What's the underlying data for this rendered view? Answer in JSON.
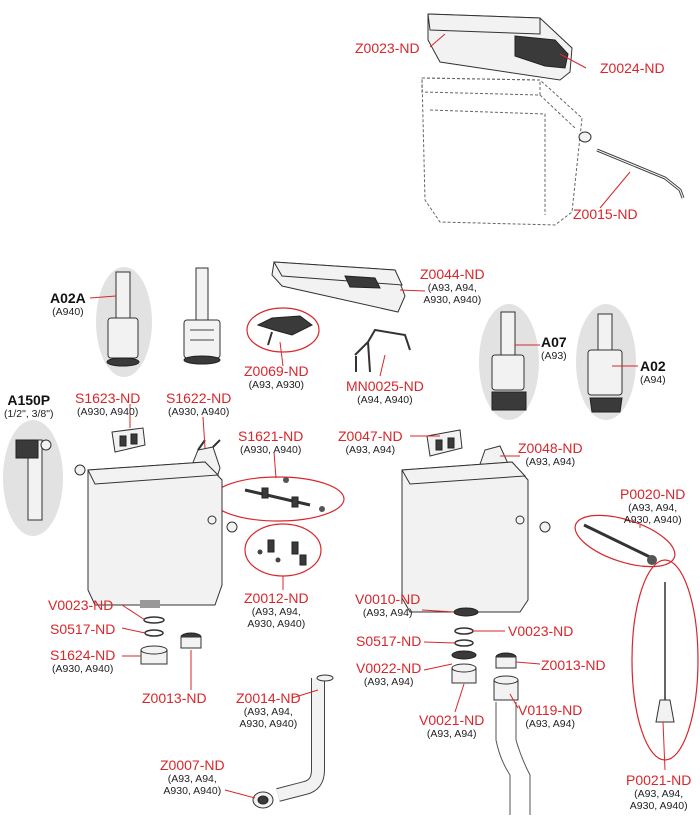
{
  "parts": {
    "z0023": {
      "code": "Z0023-ND"
    },
    "z0024": {
      "code": "Z0024-ND"
    },
    "z0015": {
      "code": "Z0015-ND"
    },
    "z0044": {
      "code": "Z0044-ND",
      "models": "(A93, A94,",
      "models2": "A930, A940)"
    },
    "a02a": {
      "code": "A02A",
      "models": "(A940)"
    },
    "z0069": {
      "code": "Z0069-ND",
      "models": "(A93, A930)"
    },
    "mn0025": {
      "code": "MN0025-ND",
      "models": "(A94, A940)"
    },
    "a07": {
      "code": "A07",
      "models": "(A93)"
    },
    "a02": {
      "code": "A02",
      "models": "(A94)"
    },
    "a150p": {
      "code": "A150P",
      "models": "(1/2\", 3/8\")"
    },
    "s1623": {
      "code": "S1623-ND",
      "models": "(A930, A940)"
    },
    "s1622": {
      "code": "S1622-ND",
      "models": "(A930, A940)"
    },
    "s1621": {
      "code": "S1621-ND",
      "models": "(A930, A940)"
    },
    "z0047": {
      "code": "Z0047-ND",
      "models": "(A93, A94)"
    },
    "z0048": {
      "code": "Z0048-ND",
      "models": "(A93, A94)"
    },
    "p0020": {
      "code": "P0020-ND",
      "models": "(A93, A94,",
      "models2": "A930, A940)"
    },
    "z0012": {
      "code": "Z0012-ND",
      "models": "(A93, A94,",
      "models2": "A930, A940)"
    },
    "v0023_l": {
      "code": "V0023-ND"
    },
    "s0517_l": {
      "code": "S0517-ND"
    },
    "s1624": {
      "code": "S1624-ND",
      "models": "(A930, A940)"
    },
    "z0013_l": {
      "code": "Z0013-ND"
    },
    "v0010": {
      "code": "V0010-ND",
      "models": "(A93, A94)"
    },
    "v0023_r": {
      "code": "V0023-ND"
    },
    "s0517_r": {
      "code": "S0517-ND"
    },
    "v0022": {
      "code": "V0022-ND",
      "models": "(A93, A94)"
    },
    "z0013_r": {
      "code": "Z0013-ND"
    },
    "v0021": {
      "code": "V0021-ND",
      "models": "(A93, A94)"
    },
    "v0119": {
      "code": "V0119-ND",
      "models": "(A93, A94)"
    },
    "z0014": {
      "code": "Z0014-ND",
      "models": "(A93, A94,",
      "models2": "A930, A940)"
    },
    "z0007": {
      "code": "Z0007-ND",
      "models": "(A93, A94,",
      "models2": "A930, A940)"
    },
    "p0021": {
      "code": "P0021-ND",
      "models": "(A93, A94,",
      "models2": "A930, A940)"
    }
  },
  "colors": {
    "label_red": "#d9262b",
    "text_dark": "#222222",
    "highlight_gray": "#e2e2e2"
  }
}
